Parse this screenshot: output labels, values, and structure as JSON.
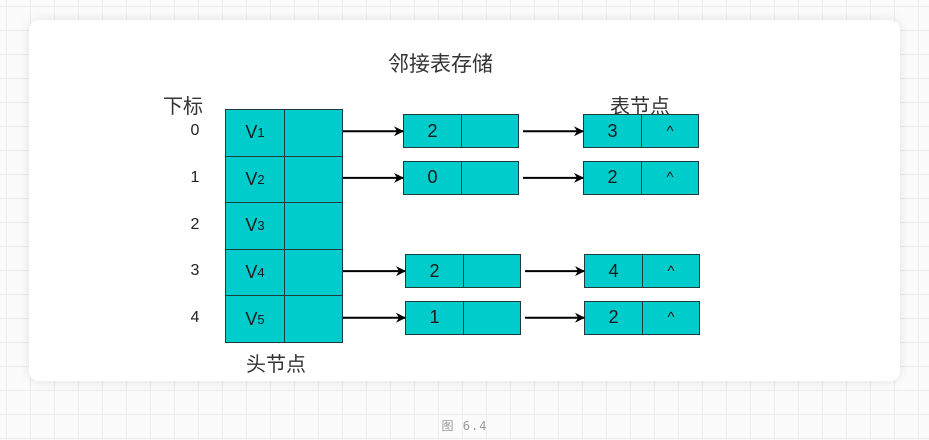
{
  "diagram": {
    "title": "邻接表存储",
    "index_header": "下标",
    "head_caption": "头节点",
    "table_node_header": "表节点",
    "colors": {
      "cell_fill": "#00cccc",
      "cell_border": "#1e3c3c",
      "arrow": "#000000"
    },
    "rows": [
      {
        "index": "0",
        "vertex": "V",
        "sub": "1",
        "nodes": [
          {
            "value": "2",
            "next": ""
          },
          {
            "value": "3",
            "next": "^"
          }
        ]
      },
      {
        "index": "1",
        "vertex": "V",
        "sub": "2",
        "nodes": [
          {
            "value": "0",
            "next": ""
          },
          {
            "value": "2",
            "next": "^"
          }
        ]
      },
      {
        "index": "2",
        "vertex": "V",
        "sub": "3",
        "nodes": []
      },
      {
        "index": "3",
        "vertex": "V",
        "sub": "4",
        "nodes": [
          {
            "value": "2",
            "next": ""
          },
          {
            "value": "4",
            "next": "^"
          }
        ]
      },
      {
        "index": "4",
        "vertex": "V",
        "sub": "5",
        "nodes": [
          {
            "value": "1",
            "next": ""
          },
          {
            "value": "2",
            "next": "^"
          }
        ]
      }
    ]
  },
  "caption": "图 6.4"
}
